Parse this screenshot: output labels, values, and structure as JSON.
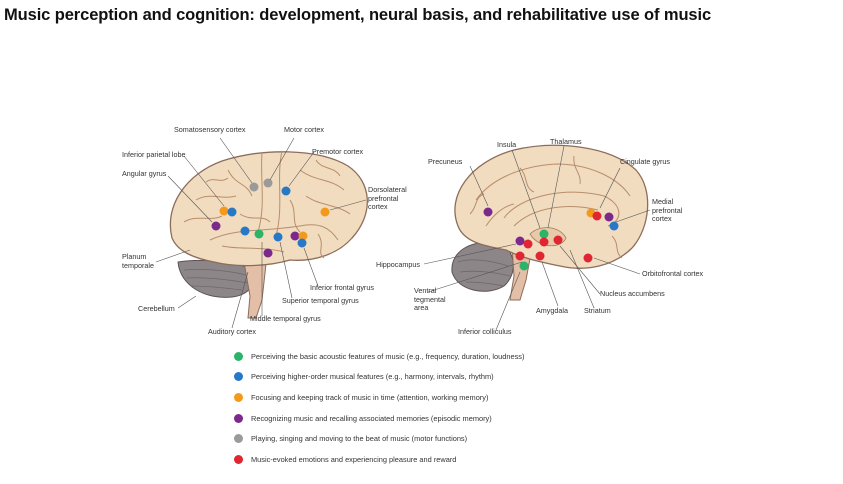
{
  "title": "Music perception and cognition: development, neural basis, and rehabilitative use of music",
  "colors": {
    "green": "#2cb36a",
    "blue": "#2878c8",
    "orange": "#f39a1c",
    "purple": "#7b2a8c",
    "gray": "#9a9a9a",
    "red": "#e02632"
  },
  "labels": {
    "somatosensory_cortex": "Somatosensory cortex",
    "motor_cortex": "Motor cortex",
    "premotor_cortex": "Premotor cortex",
    "inferior_parietal_lobe": "Inferior parietal lobe",
    "angular_gyrus": "Angular gyrus",
    "dorsolateral_prefrontal_cortex": "Dorsolateral\nprefrontal\ncortex",
    "planum_temporale": "Planum\ntemporale",
    "cerebellum": "Cerebellum",
    "inferior_frontal_gyrus": "Inferior frontal gyrus",
    "superior_temporal_gyrus": "Superior temporal gyrus",
    "middle_temporal_gyrus": "Middle temporal gyrus",
    "auditory_cortex": "Auditory cortex",
    "insula": "Insula",
    "thalamus": "Thalamus",
    "precuneus": "Precuneus",
    "cingulate_gyrus": "Cingulate gyrus",
    "medial_prefrontal_cortex": "Medial\nprefrontal\ncortex",
    "hippocampus": "Hippocampus",
    "ventral_tegmental_area": "Ventral\ntegmental\narea",
    "orbitofrontal_cortex": "Orbitofrontal cortex",
    "nucleus_accumbens": "Nucleus accumbens",
    "amygdala": "Amygdala",
    "striatum": "Striatum",
    "inferior_colliculus": "Inferior colliculus"
  },
  "legend": [
    {
      "color": "green",
      "text": "Perceiving the basic acoustic features of music (e.g., frequency, duration, loudness)"
    },
    {
      "color": "blue",
      "text": "Perceiving higher-order musical features (e.g., harmony, intervals, rhythm)"
    },
    {
      "color": "orange",
      "text": "Focusing and keeping track of music in time (attention, working memory)"
    },
    {
      "color": "purple",
      "text": "Recognizing music and recalling associated memories (episodic memory)"
    },
    {
      "color": "gray",
      "text": "Playing, singing and moving to the beat of music (motor functions)"
    },
    {
      "color": "red",
      "text": "Music-evoked emotions and experiencing pleasure and reward"
    }
  ]
}
